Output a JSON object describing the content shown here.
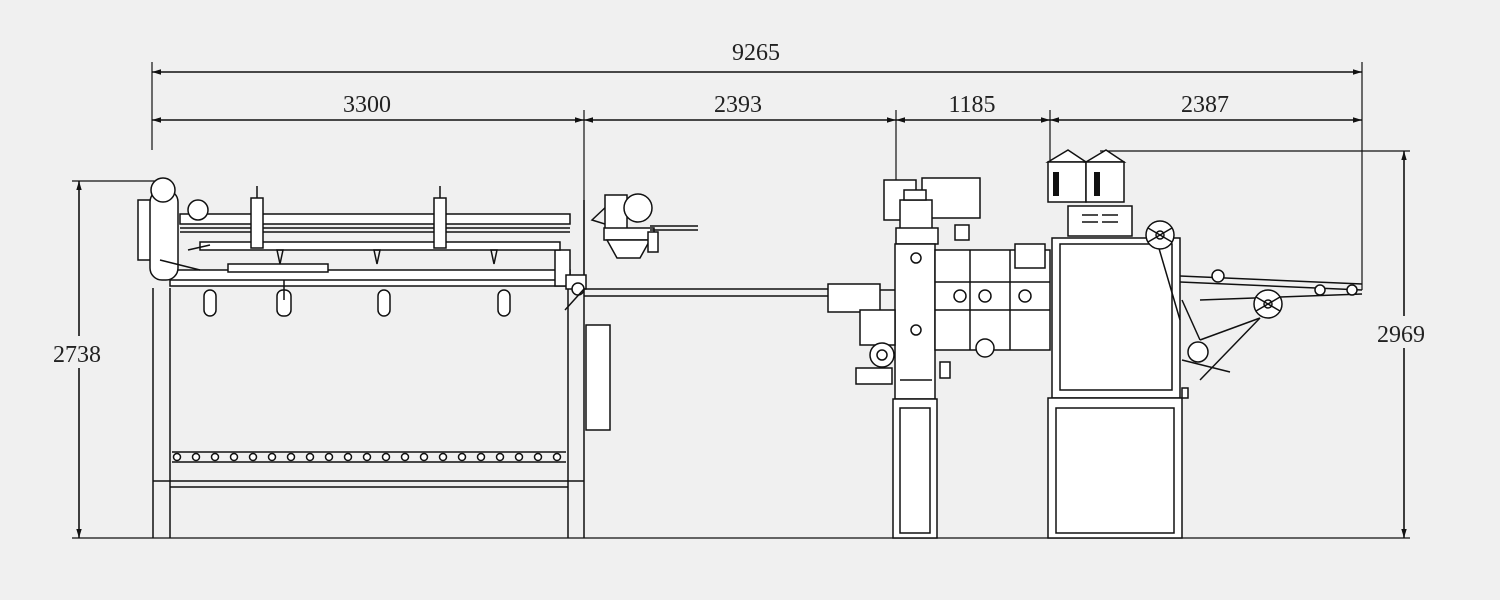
{
  "dimensions": {
    "overall_length": "9265",
    "section_1": "3300",
    "section_2": "2393",
    "section_3": "1185",
    "section_4": "2387",
    "height_left": "2738",
    "height_right": "2969"
  },
  "colors": {
    "background": "#f0f0f0",
    "line": "#111111",
    "fill": "#ffffff"
  }
}
